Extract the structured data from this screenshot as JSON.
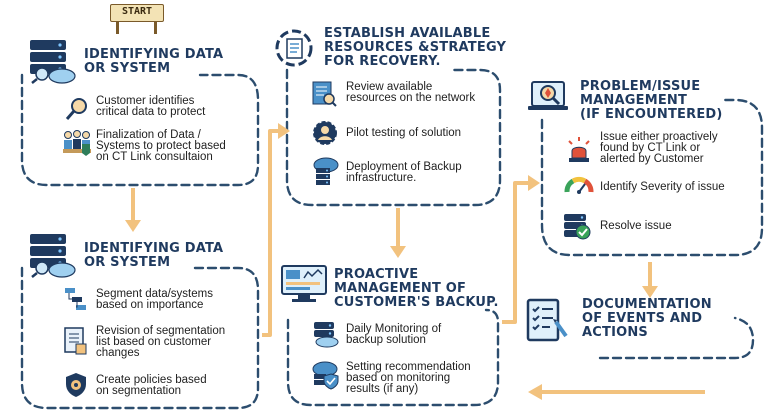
{
  "start_sign": "START",
  "sections": {
    "identify1": {
      "title_line1": "IDENTIFYING DATA",
      "title_line2": "OR SYSTEM",
      "items": [
        {
          "line1": "Customer identifies",
          "line2": "critical data to protect"
        },
        {
          "line1": "Finalization of Data /",
          "line2": "Systems to protect based",
          "line3": "on CT Link consultaion"
        }
      ]
    },
    "identify2": {
      "title_line1": "IDENTIFYING DATA",
      "title_line2": "OR SYSTEM",
      "items": [
        {
          "line1": "Segment data/systems",
          "line2": "based on importance"
        },
        {
          "line1": "Revision of segmentation",
          "line2": "list based on customer",
          "line3": "changes"
        },
        {
          "line1": "Create policies based",
          "line2": "on segmentation"
        }
      ]
    },
    "resources": {
      "title_line1": "ESTABLISH AVAILABLE",
      "title_line2": "RESOURCES &STRATEGY",
      "title_line3": "FOR RECOVERY.",
      "items": [
        {
          "line1": "Review available",
          "line2": "resources on the network"
        },
        {
          "line1": "Pilot testing of solution"
        },
        {
          "line1": "Deployment of Backup",
          "line2": "infrastructure."
        }
      ]
    },
    "proactive": {
      "title_line1": "PROACTIVE",
      "title_line2": "MANAGEMENT OF",
      "title_line3": "CUSTOMER'S BACKUP.",
      "items": [
        {
          "line1": "Daily Monitoring of",
          "line2": "backup solution"
        },
        {
          "line1": "Setting recommendation",
          "line2": "based on monitoring",
          "line3": "results (if any)"
        }
      ]
    },
    "problem": {
      "title_line1": "PROBLEM/ISSUE",
      "title_line2": "MANAGEMENT",
      "title_line3": "(IF ENCOUNTERED)",
      "items": [
        {
          "line1": "Issue  either proactively",
          "line2": "found by CT Link or",
          "line3": "alerted by Customer"
        },
        {
          "line1": "Identify Severity of issue"
        },
        {
          "line1": "Resolve issue"
        }
      ]
    },
    "documentation": {
      "title_line1": "DOCUMENTATION",
      "title_line2": "OF EVENTS AND",
      "title_line3": "ACTIONS"
    }
  },
  "colors": {
    "navy": "#1f3a5f",
    "dash": "#2c4d6e",
    "arrow": "#f2c27e",
    "accent_blue": "#4a90c8"
  }
}
